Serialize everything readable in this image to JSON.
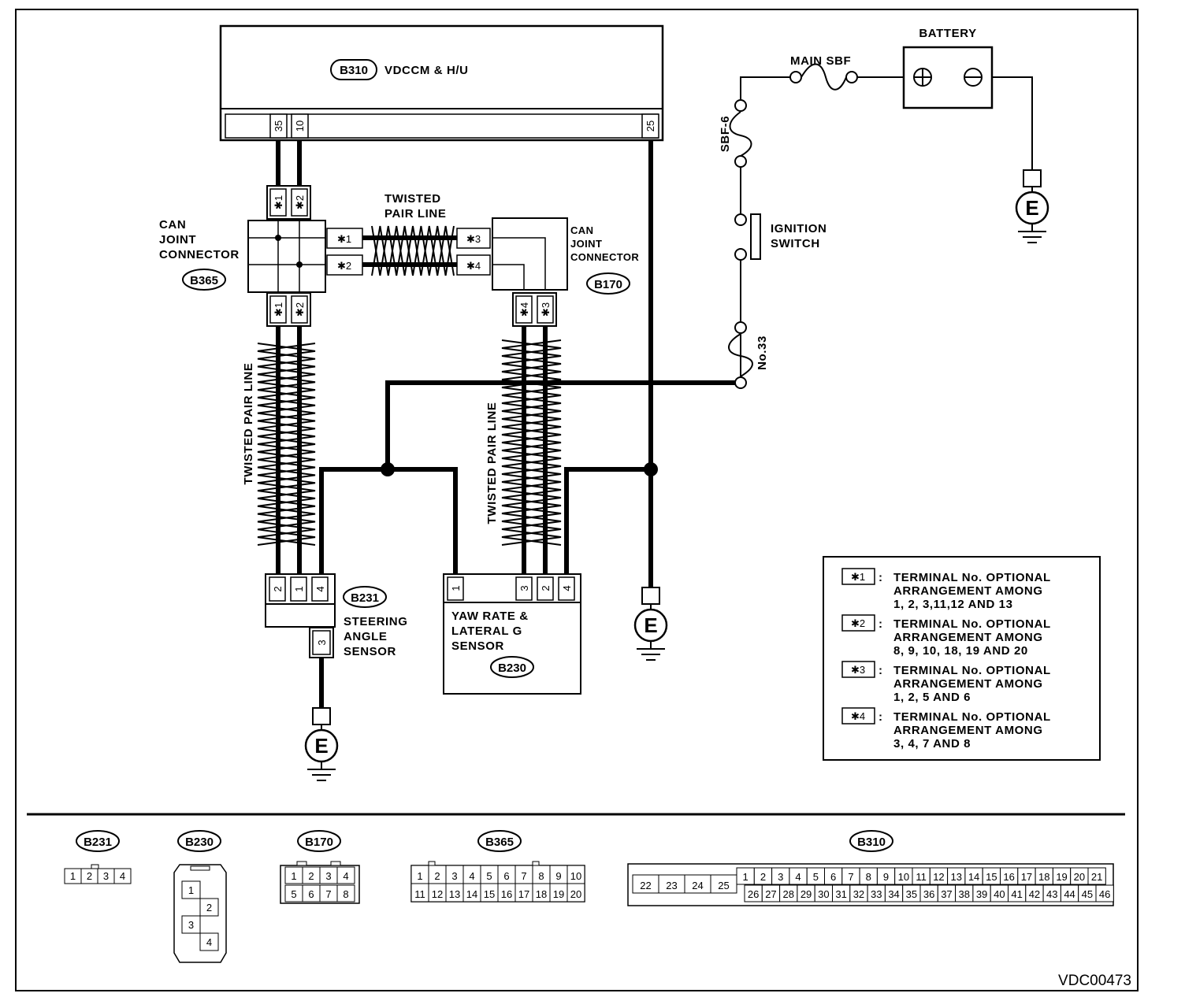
{
  "figure_id": "VDC00473",
  "ground_letter": "E",
  "components": {
    "vdccm": {
      "code": "B310",
      "name": "VDCCM & H/U",
      "pins": [
        "35",
        "10",
        "25"
      ]
    },
    "battery": {
      "name": "BATTERY"
    },
    "main_sbf": {
      "name": "MAIN SBF"
    },
    "sbf6": {
      "name": "SBF-6"
    },
    "ignition": {
      "lines": [
        "IGNITION",
        "SWITCH"
      ]
    },
    "fuse33": {
      "name": "No.33"
    },
    "can_b365": {
      "code": "B365",
      "lines": [
        "CAN",
        "JOINT",
        "CONNECTOR"
      ]
    },
    "can_b170": {
      "code": "B170",
      "lines": [
        "CAN",
        "JOINT",
        "CONNECTOR"
      ]
    },
    "steering": {
      "code": "B231",
      "lines": [
        "STEERING",
        "ANGLE",
        "SENSOR"
      ],
      "pins": [
        "2",
        "1",
        "4",
        "3"
      ]
    },
    "yaw": {
      "code": "B230",
      "lines": [
        "YAW RATE &",
        "LATERAL G",
        "SENSOR"
      ],
      "pins": [
        "1",
        "3",
        "2",
        "4"
      ]
    }
  },
  "twisted_pair": {
    "one_line": "TWISTED PAIR LINE",
    "two_line": [
      "TWISTED",
      "PAIR LINE"
    ]
  },
  "star_terminals": [
    "✱1",
    "✱2",
    "✱3",
    "✱4"
  ],
  "legend": [
    {
      "key": "✱1",
      "lines": [
        "TERMINAL No. OPTIONAL",
        "ARRANGEMENT AMONG",
        "1, 2, 3,11,12 AND 13"
      ]
    },
    {
      "key": "✱2",
      "lines": [
        "TERMINAL No. OPTIONAL",
        "ARRANGEMENT AMONG",
        "8, 9, 10, 18, 19 AND 20"
      ]
    },
    {
      "key": "✱3",
      "lines": [
        "TERMINAL No. OPTIONAL",
        "ARRANGEMENT AMONG",
        "1, 2, 5  AND 6"
      ]
    },
    {
      "key": "✱4",
      "lines": [
        "TERMINAL No. OPTIONAL",
        "ARRANGEMENT AMONG",
        "3, 4, 7 AND 8"
      ]
    }
  ],
  "connector_faces": {
    "b231": {
      "code": "B231",
      "pins": [
        "1",
        "2",
        "3",
        "4"
      ]
    },
    "b230": {
      "code": "B230",
      "pins": [
        "1",
        "2",
        "3",
        "4"
      ]
    },
    "b170": {
      "code": "B170",
      "top": [
        "1",
        "2",
        "3",
        "4"
      ],
      "bottom": [
        "5",
        "6",
        "7",
        "8"
      ]
    },
    "b365": {
      "code": "B365",
      "top": [
        "1",
        "2",
        "3",
        "4",
        "5",
        "6",
        "7",
        "8",
        "9",
        "10"
      ],
      "bottom": [
        "11",
        "12",
        "13",
        "14",
        "15",
        "16",
        "17",
        "18",
        "19",
        "20"
      ]
    },
    "b310": {
      "code": "B310",
      "left": [
        "22",
        "23",
        "24",
        "25"
      ],
      "top": [
        "1",
        "2",
        "3",
        "4",
        "5",
        "6",
        "7",
        "8",
        "9",
        "10",
        "11",
        "12",
        "13",
        "14",
        "15",
        "16",
        "17",
        "18",
        "19",
        "20",
        "21"
      ],
      "bottom": [
        "26",
        "27",
        "28",
        "29",
        "30",
        "31",
        "32",
        "33",
        "34",
        "35",
        "36",
        "37",
        "38",
        "39",
        "40",
        "41",
        "42",
        "43",
        "44",
        "45",
        "46"
      ]
    }
  }
}
